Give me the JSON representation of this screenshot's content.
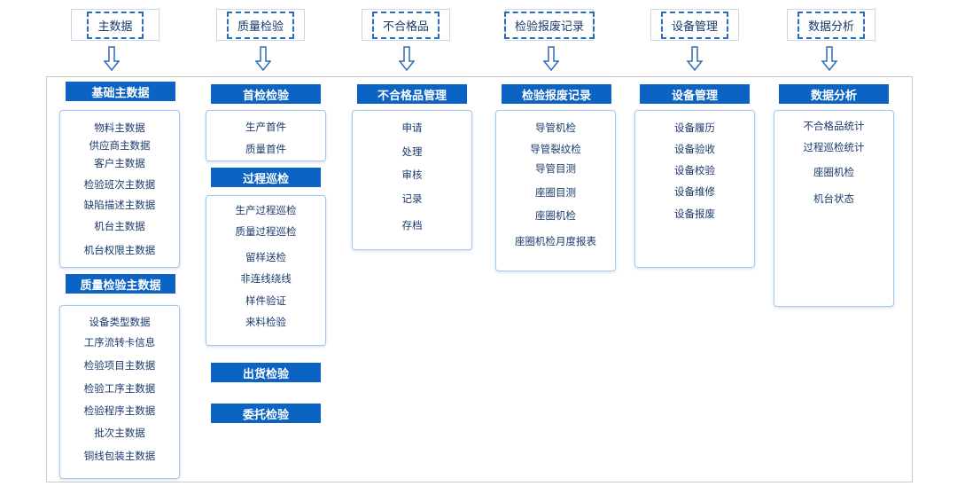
{
  "top_labels": [
    "主数据",
    "质量检验",
    "不合格品",
    "检验报废记录",
    "设备管理",
    "数据分析"
  ],
  "columns": {
    "master": {
      "header": "基础主数据",
      "items": [
        "物料主数据",
        "供应商主数据",
        "客户主数据",
        "检验班次主数据",
        "缺陷描述主数据",
        "机台主数据",
        "机台权限主数据"
      ],
      "header2": "质量检验主数据",
      "items2": [
        "设备类型数据",
        "工序流转卡信息",
        "检验项目主数据",
        "检验工序主数据",
        "检验程序主数据",
        "批次主数据",
        "铜线包装主数据"
      ]
    },
    "quality": {
      "header": "首检检验",
      "items": [
        "生产首件",
        "质量首件"
      ],
      "header2": "过程巡检",
      "items2": [
        "生产过程巡检",
        "质量过程巡检",
        "留样送检",
        "非连线绕线",
        "样件验证",
        "来料检验"
      ],
      "header3": "出货检验",
      "header4": "委托检验"
    },
    "nonconforming": {
      "header": "不合格品管理",
      "items": [
        "申请",
        "处理",
        "审核",
        "记录",
        "存档"
      ]
    },
    "scrap": {
      "header": "检验报废记录",
      "items": [
        "导管机检",
        "导管裂纹检",
        "导管目测",
        "座圈目测",
        "座圈机检",
        "座圈机检月度报表"
      ]
    },
    "equipment": {
      "header": "设备管理",
      "items": [
        "设备履历",
        "设备验收",
        "设备校验",
        "设备维修",
        "设备报废"
      ]
    },
    "analysis": {
      "header": "数据分析",
      "items": [
        "不合格品统计",
        "过程巡检统计",
        "座圈机检",
        "机台状态"
      ]
    }
  }
}
